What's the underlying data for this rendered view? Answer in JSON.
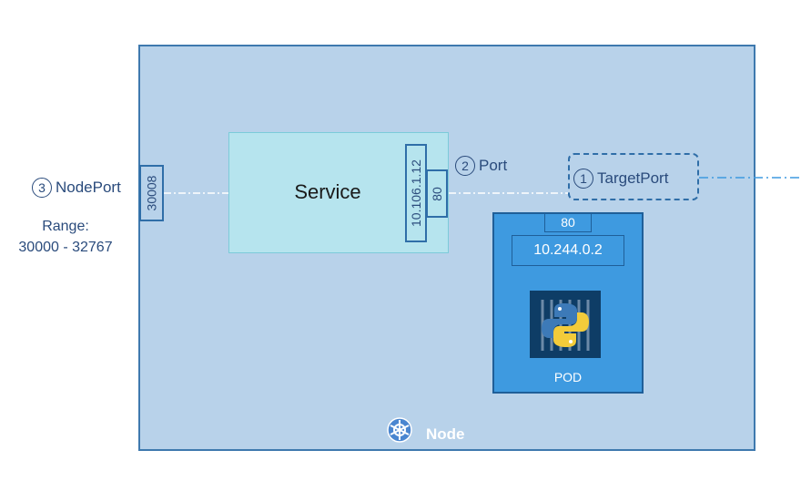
{
  "node": {
    "label": "Node"
  },
  "service": {
    "label": "Service",
    "cluster_ip": "10.106.1.12",
    "port": "80"
  },
  "nodeport": {
    "number": "3",
    "label": "NodePort",
    "value": "30008",
    "range_label": "Range:",
    "range_value": "30000 - 32767"
  },
  "port": {
    "number": "2",
    "label": "Port"
  },
  "targetport": {
    "number": "1",
    "label": "TargetPort"
  },
  "pod": {
    "port": "80",
    "ip": "10.244.0.2",
    "label": "POD"
  },
  "colors": {
    "node_bg": "#b8d2ea",
    "service_bg": "#b6e4ee",
    "pod_bg": "#3e9ae0",
    "line": "#2f6ea8"
  }
}
